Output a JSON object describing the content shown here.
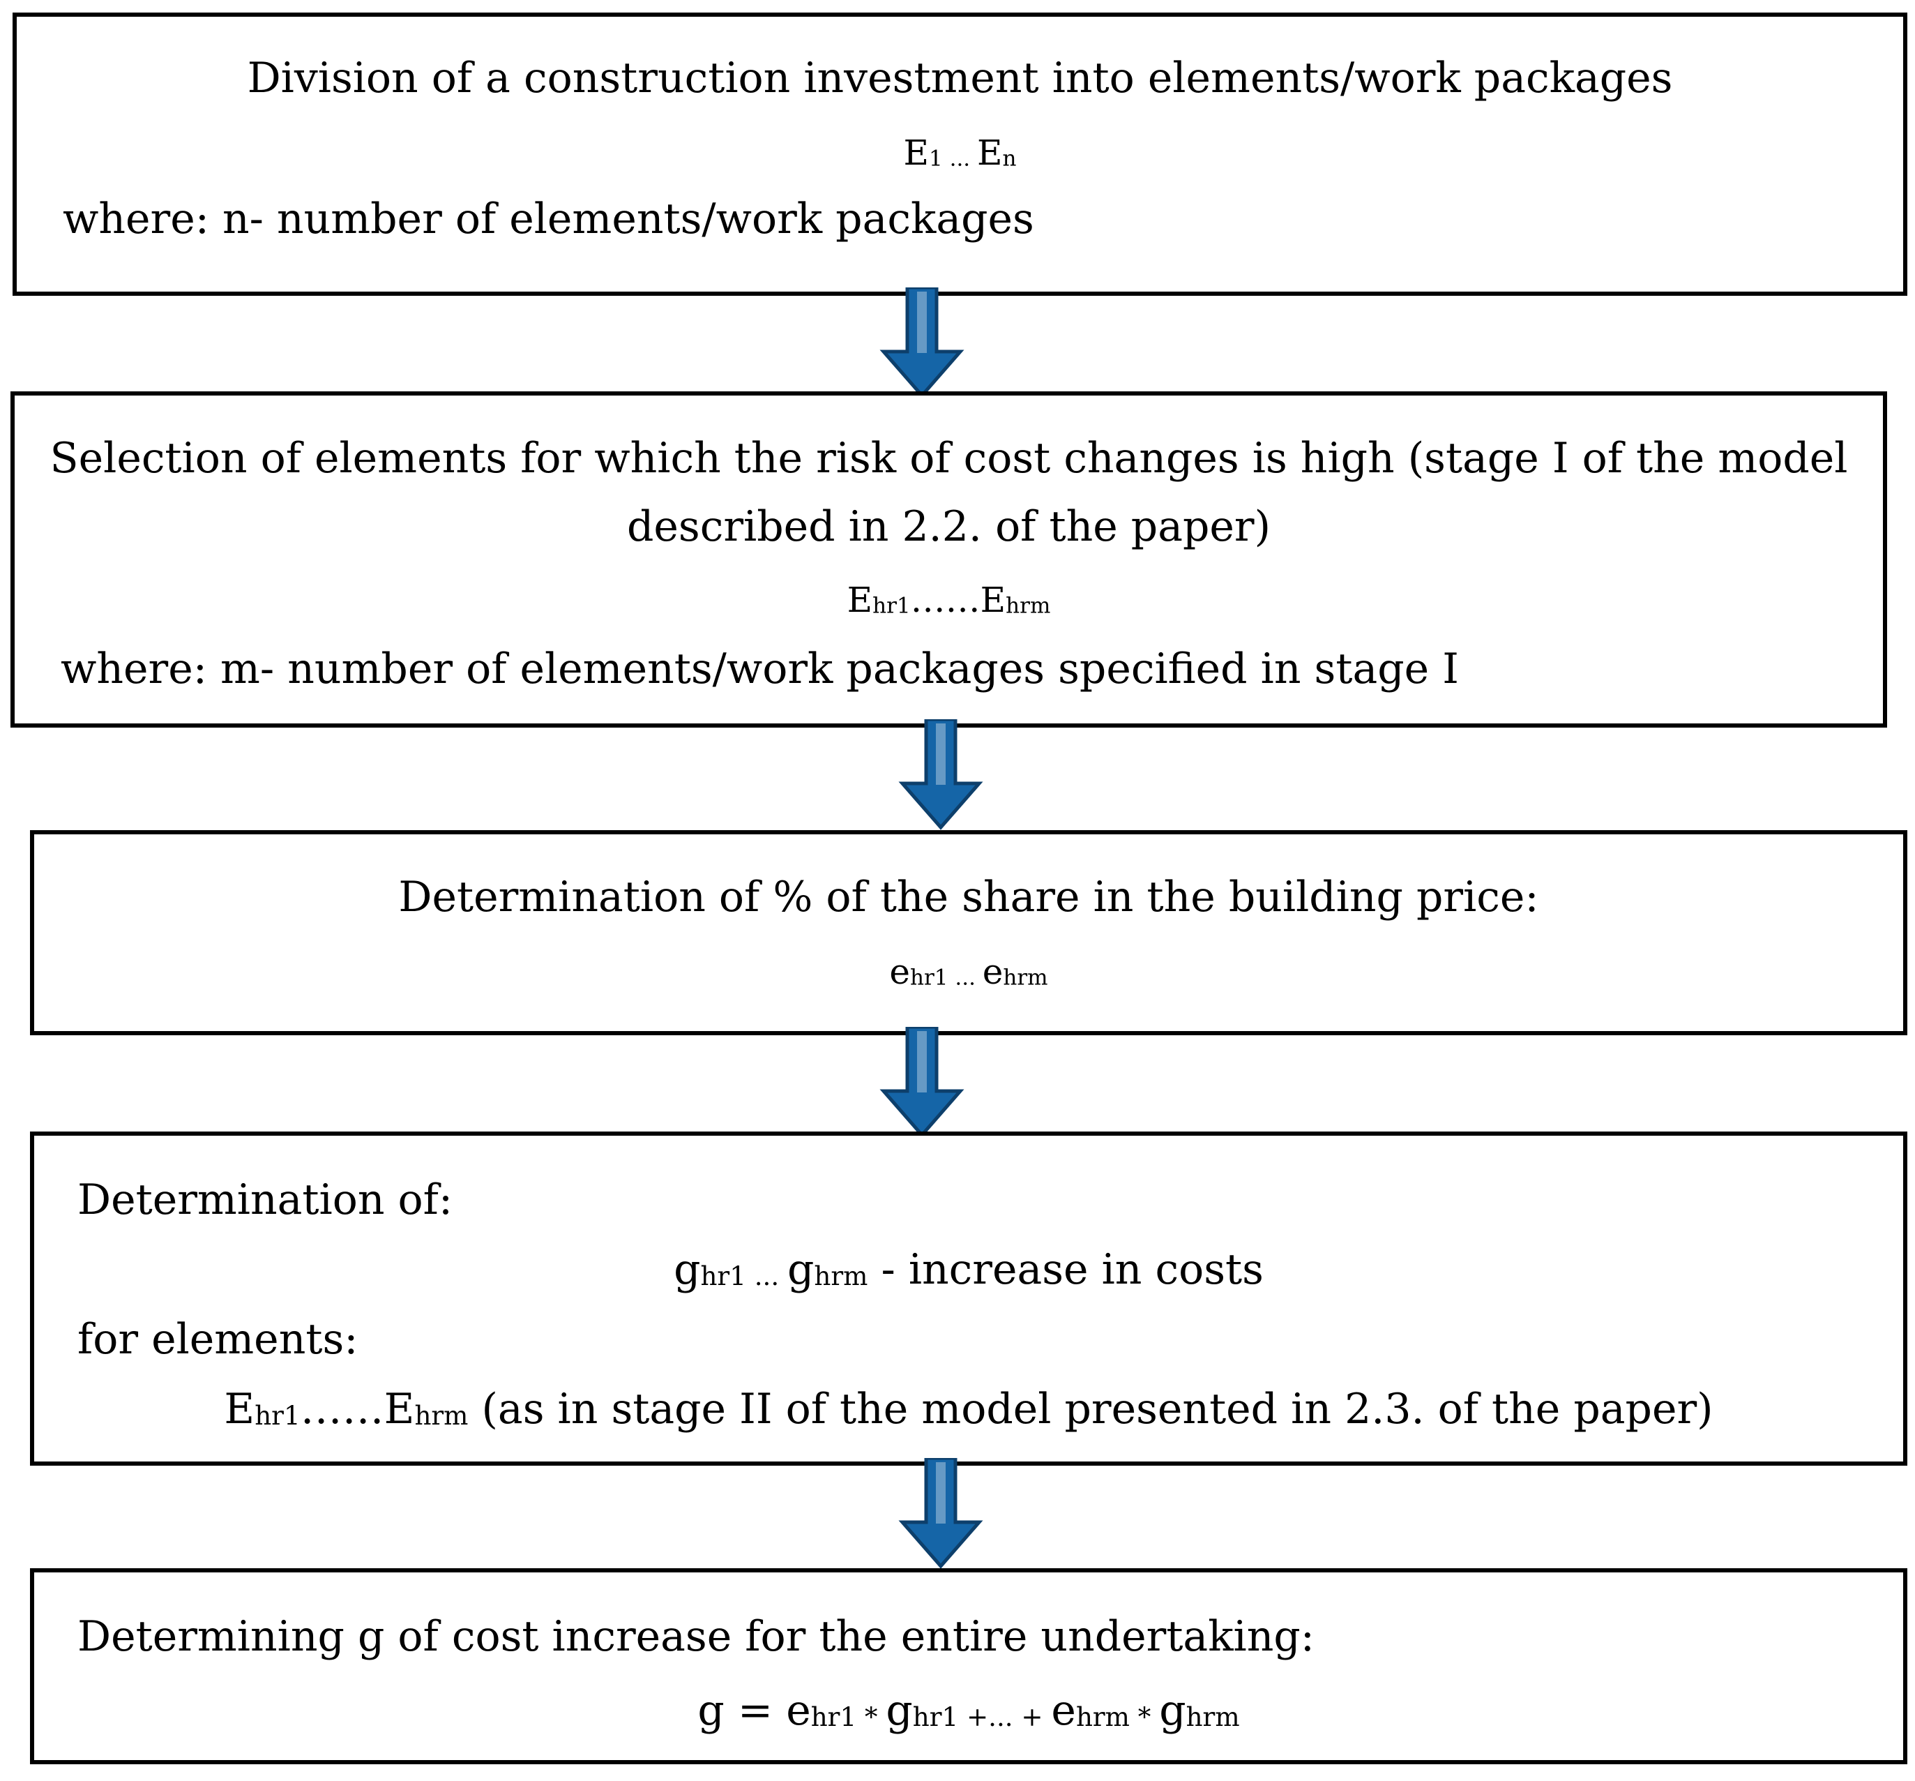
{
  "colors": {
    "arrow_fill": "#1565a7",
    "arrow_stroke": "#0d3f6b",
    "border": "#000000"
  },
  "box1": {
    "title": "Division of a construction investment into elements/work packages",
    "formula": {
      "a": "E",
      "a_sub": "1",
      "dots": " ... ",
      "b": "E",
      "b_sub": "n"
    },
    "where": "where: n- number of elements/work packages"
  },
  "box2": {
    "title_line1": "Selection of elements for which the risk of cost changes is high (stage I of the model",
    "title_line2": "described in 2.2. of the paper)",
    "formula": {
      "a": "E",
      "a_sub": "hr1",
      "dots": "……",
      "b": "E",
      "b_sub": "hrm"
    },
    "where": "where: m- number of elements/work packages specified in stage I"
  },
  "box3": {
    "title": "Determination of % of the share in the building price:",
    "formula": {
      "a": "e",
      "a_sub": "hr1",
      "dots": " ... ",
      "b": "e",
      "b_sub": "hrm"
    }
  },
  "box4": {
    "label": "Determination of:",
    "formula": {
      "a": "g",
      "a_sub": "hr1",
      "dots": " ... ",
      "b": "g",
      "b_sub": "hrm",
      "suffix": " - increase in costs"
    },
    "label2": "for elements:",
    "formula2": {
      "a": "E",
      "a_sub": "hr1",
      "dots": "……",
      "b": "E",
      "b_sub": "hrm",
      "suffix": " (as in stage II of the model presented in 2.3. of the paper)"
    }
  },
  "box5": {
    "label": "Determining g of cost increase for the entire undertaking:",
    "formula": {
      "lhs": "g = ",
      "t1": "e",
      "t1_sub": "hr1",
      "op1": " * ",
      "t2": "g",
      "t2_sub": "hr1",
      "op2": " +... + ",
      "t3": "e",
      "t3_sub": "hrm",
      "op3": " * ",
      "t4": "g",
      "t4_sub": "hrm"
    }
  }
}
